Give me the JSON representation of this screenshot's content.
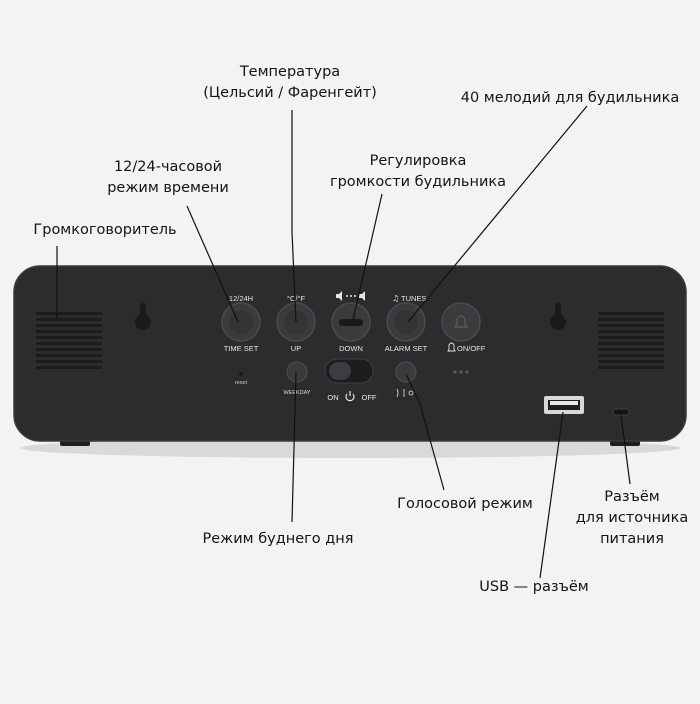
{
  "callouts": {
    "temperature": {
      "line1": "Температура",
      "line2": "(Цельсий / Фаренгейт)"
    },
    "melodies": "40 мелодий для будильника",
    "volume": {
      "line1": "Регулировка",
      "line2": "громкости будильника"
    },
    "hour_mode": {
      "line1": "12/24-часовой",
      "line2": "режим времени"
    },
    "speaker": "Громкоговоритель",
    "voice_mode": "Голосовой режим",
    "power_jack": {
      "line1": "Разъём",
      "line2": "для источника",
      "line3": "питания"
    },
    "weekday_mode": "Режим буднего дня",
    "usb": "USB — разъём"
  },
  "device_labels": {
    "btn1_top": "12/24H",
    "btn1_bottom": "TIME SET",
    "btn2_top": "°C/°F",
    "btn2_bottom": "UP",
    "btn3_bottom": "DOWN",
    "btn4_top": "TUNES",
    "btn4_bottom": "ALARM SET",
    "btn5_bottom": "ON/OFF",
    "reset": "reset",
    "weekday": "WEEKDAY",
    "switch_on": "ON",
    "switch_off": "OFF"
  },
  "colors": {
    "background": "#f3f3f3",
    "device_body": "#2b2c2e",
    "button": "#3a3b3d",
    "label_text": "#e6e6e6",
    "leader_line": "#111111"
  }
}
